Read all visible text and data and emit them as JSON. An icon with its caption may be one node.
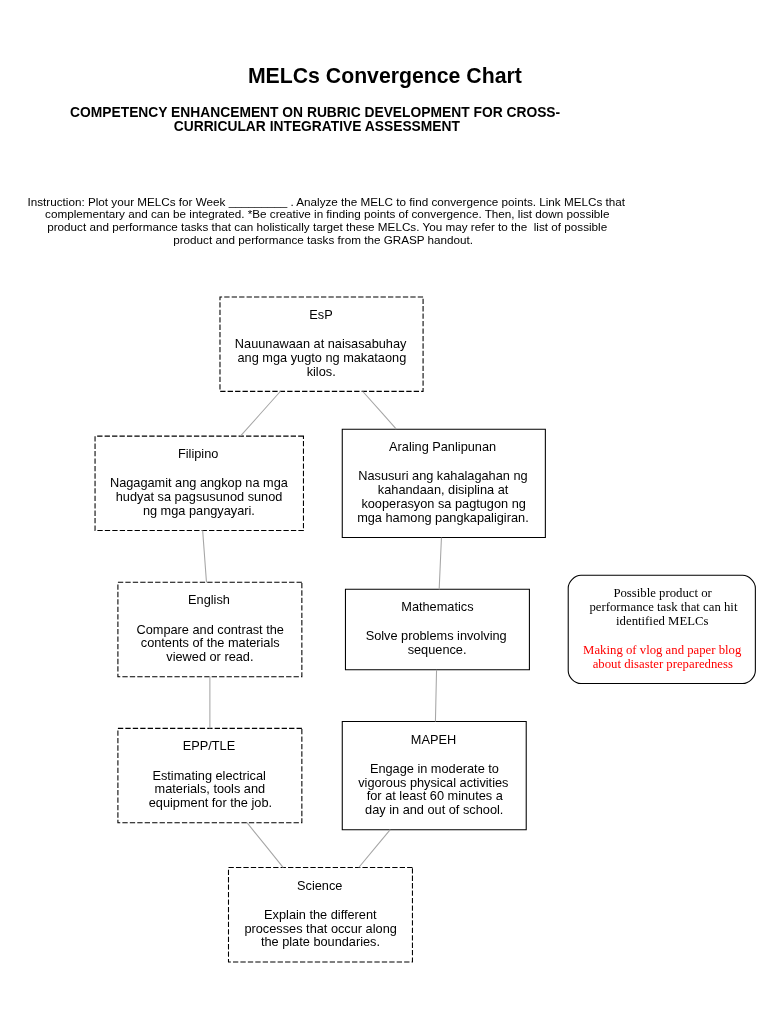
{
  "diagram": {
    "title": "MELCs Convergence Chart",
    "nodes": [
      {
        "text": [
          "EsP",
          "Nauunawaan at naisasabuhay ang mga yugto ng makataong kilos."
        ]
      },
      {
        "text": [
          "Filipino",
          "Nagagamit ang angkop na mga hudyat sa pagsusunod sunod ng mga pangyayari."
        ]
      },
      {
        "text": [
          "Araling Panlipunan",
          "Nasusuri ang kahalagahan ng kahandaan, disiplina at kooperasyon sa pagtugon ng mga hamong pangkapaligiran."
        ]
      },
      {
        "text": [
          "Possible product or performance task that can hit identified MELCs",
          "Making of vlog and paper blog about disaster preparedness"
        ]
      },
      {
        "text": [
          "English",
          "Compare and contrast the contents of the materials viewed or read."
        ]
      },
      {
        "text": [
          "Mathematics",
          "Solve problems involving sequence."
        ]
      },
      {
        "text": [
          "EPP/TLE",
          "Estimating electrical materials, tools and equipment for the job."
        ]
      },
      {
        "text": [
          "MAPEH",
          "Engage in moderate to vigorous physical activities for at least 60 minutes a day in and out of school."
        ]
      },
      {
        "text": [
          "Science",
          "Explain the different processes that occur along the plate boundaries."
        ]
      }
    ],
    "edges": [
      {
        "from": 0,
        "to": 1,
        "arrow": "none"
      },
      {
        "from": 0,
        "to": 2,
        "arrow": "none"
      },
      {
        "from": 1,
        "to": 4,
        "arrow": "none"
      },
      {
        "from": 2,
        "to": 5,
        "arrow": "none"
      },
      {
        "from": 4,
        "to": 6,
        "arrow": "none"
      },
      {
        "from": 5,
        "to": 7,
        "arrow": "none"
      },
      {
        "from": 6,
        "to": 8,
        "arrow": "none"
      },
      {
        "from": 7,
        "to": 8,
        "arrow": "none"
      }
    ],
    "labels": [
      "COMPETENCY ENHANCEMENT ON RUBRIC DEVELOPMENT FOR CROSS-CURRICULAR INTEGRATIVE ASSESSMENT",
      "Instruction: Plot your MELCs for Week _________ . Analyze the MELC to find convergence points. Link MELCs that complementary and can be integrated. *Be creative in finding points of convergence. Then, list down possible product and performance tasks that can holistically target these MELCs. You may refer to the  list of possible product and performance tasks from the GRASP handout."
    ]
  }
}
